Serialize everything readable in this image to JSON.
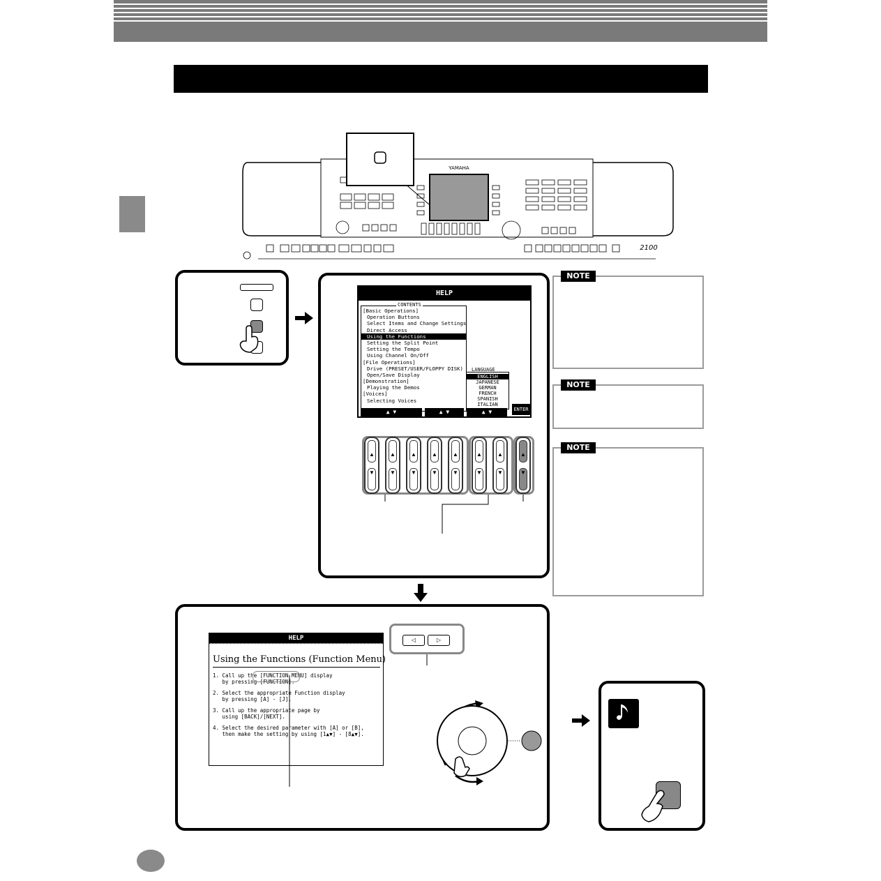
{
  "help_screen": {
    "title": "HELP",
    "contents_header": "CONTENTS",
    "contents": [
      {
        "text": "[Basic Operations]",
        "indent": false,
        "selected": false
      },
      {
        "text": "Operation Buttons",
        "indent": true,
        "selected": false
      },
      {
        "text": "Select Items and Change Settings",
        "indent": true,
        "selected": false
      },
      {
        "text": "Direct Access",
        "indent": true,
        "selected": false
      },
      {
        "text": "Using the Functions",
        "indent": true,
        "selected": true
      },
      {
        "text": "Setting the Split Point",
        "indent": true,
        "selected": false
      },
      {
        "text": "Setting the Tempo",
        "indent": true,
        "selected": false
      },
      {
        "text": "Using Channel On/Off",
        "indent": true,
        "selected": false
      },
      {
        "text": "[File Operations]",
        "indent": false,
        "selected": false
      },
      {
        "text": "Drive (PRESET/USER/FLOPPY DISK)",
        "indent": true,
        "selected": false
      },
      {
        "text": "Open/Save Display",
        "indent": true,
        "selected": false
      },
      {
        "text": "[Demonstration]",
        "indent": false,
        "selected": false
      },
      {
        "text": "Playing the Demos",
        "indent": true,
        "selected": false
      },
      {
        "text": "[Voices]",
        "indent": false,
        "selected": false
      },
      {
        "text": "Selecting Voices",
        "indent": true,
        "selected": false
      }
    ],
    "language_header": "LANGUAGE",
    "languages": [
      {
        "text": "ENGLISH",
        "selected": true
      },
      {
        "text": "JAPANESE",
        "selected": false
      },
      {
        "text": "GERMAN",
        "selected": false
      },
      {
        "text": "FRENCH",
        "selected": false
      },
      {
        "text": "SPANISH",
        "selected": false
      },
      {
        "text": "ITALIAN",
        "selected": false
      }
    ],
    "footer_buttons": [
      "▲ ▼",
      "▲ ▼",
      "▲ ▼"
    ],
    "enter_label": "ENTER"
  },
  "help_detail": {
    "title": "HELP",
    "heading": "Using the Functions (Function Menu)",
    "steps": [
      "1. Call up the [FUNCTION MENU] display\n   by pressing [FUNCTION].",
      "2. Select the appropriate Function display\n   by pressing [A] - [J].",
      "3. Call up the appropriate page by\n   using [BACK]/[NEXT].",
      "4. Select the desired parameter with [A] or [B],\n   then make the setting by using [1▲▼] - [8▲▼]."
    ]
  },
  "keyboard_panel": {
    "model_number": "2100",
    "brand": "YAMAHA"
  },
  "note_label": "NOTE",
  "colors": {
    "header_gray": "#7a7a7a",
    "tab_gray": "#8a8a8a",
    "note_border": "#9a9a9a"
  }
}
